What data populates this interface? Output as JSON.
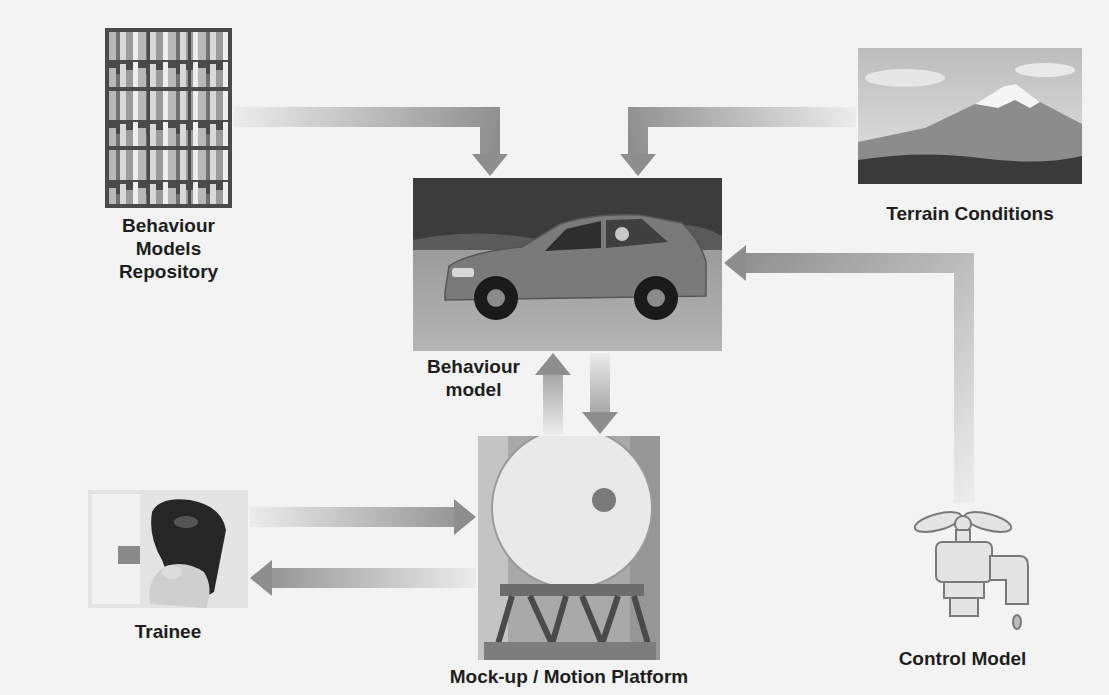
{
  "diagram": {
    "nodes": [
      {
        "text": [
          "Behaviour Models Repository"
        ]
      },
      {
        "text": [
          "Terrain Conditions"
        ]
      },
      {
        "text": [
          "Behaviour model"
        ]
      },
      {
        "text": [
          "Trainee"
        ]
      },
      {
        "text": [
          "Mock-up / Motion Platform"
        ]
      },
      {
        "text": [
          "Control Model"
        ]
      }
    ],
    "edges": [
      {
        "from": 0,
        "to": 2,
        "arrow": "to"
      },
      {
        "from": 1,
        "to": 2,
        "arrow": "to"
      },
      {
        "from": 5,
        "to": 2,
        "arrow": "to"
      },
      {
        "from": 2,
        "to": 4,
        "arrow": "to"
      },
      {
        "from": 4,
        "to": 2,
        "arrow": "to"
      },
      {
        "from": 3,
        "to": 4,
        "arrow": "to"
      },
      {
        "from": 4,
        "to": 3,
        "arrow": "to"
      }
    ]
  }
}
